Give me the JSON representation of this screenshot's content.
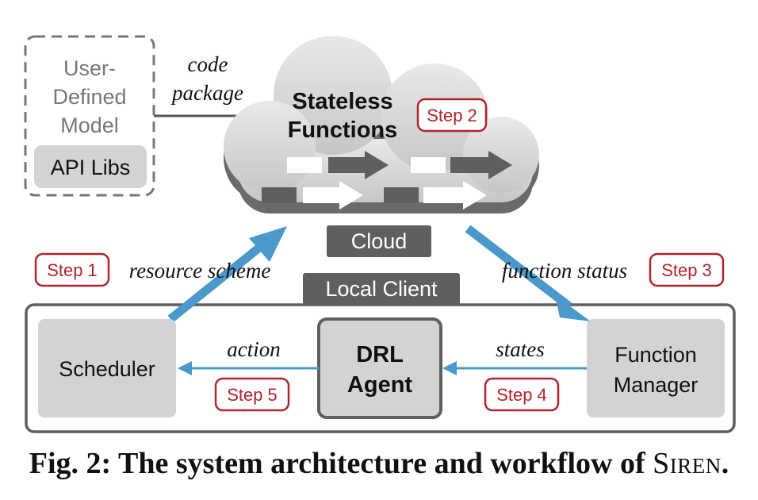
{
  "user_model": {
    "title_lines": [
      "User-",
      "Defined",
      "Model"
    ],
    "api_libs": "API Libs"
  },
  "labels": {
    "code_line1": "code",
    "code_line2": "package",
    "resource_scheme": "resource scheme",
    "function_status": "function status",
    "action": "action",
    "states": "states"
  },
  "cloud": {
    "title_line1": "Stateless",
    "title_line2": "Functions",
    "tag": "Cloud"
  },
  "local": {
    "tag": "Local Client",
    "scheduler": "Scheduler",
    "drl_line1": "DRL",
    "drl_line2": "Agent",
    "fm_line1": "Function",
    "fm_line2": "Manager"
  },
  "steps": {
    "step1": "Step 1",
    "step2": "Step 2",
    "step3": "Step 3",
    "step4": "Step 4",
    "step5": "Step 5"
  },
  "caption": {
    "prefix": "Fig. 2: The system architecture and workflow of ",
    "name": "Siren",
    "suffix": "."
  },
  "colors": {
    "flow_arrow": "#4a98cc",
    "step_border": "#b0242b",
    "box_fill": "#d3d3d3",
    "dark_tag": "#5f5f5f"
  }
}
